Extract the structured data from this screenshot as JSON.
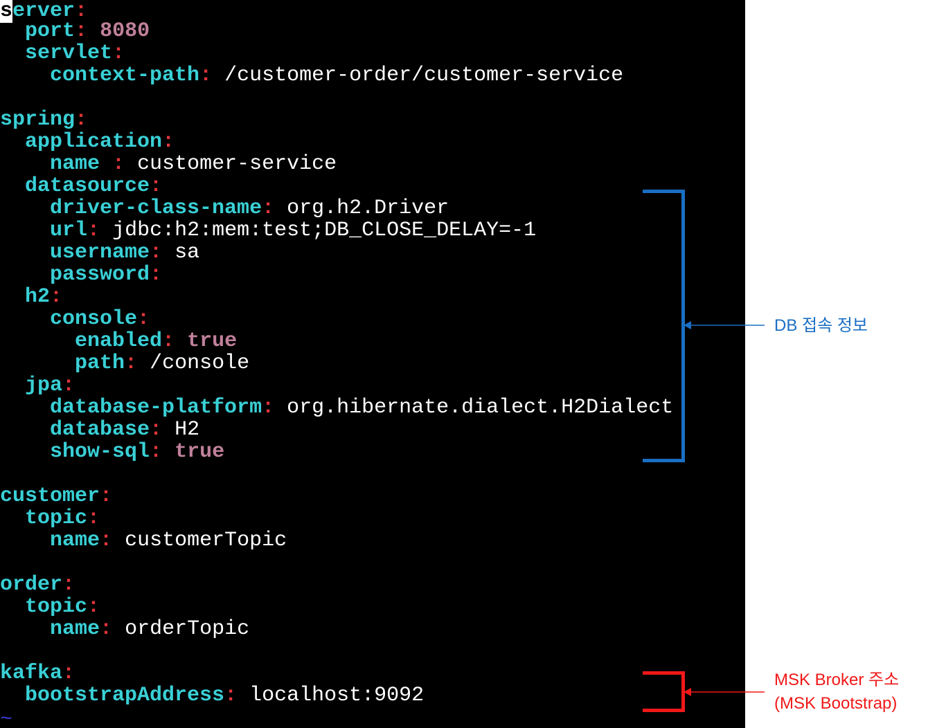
{
  "yaml": {
    "server": {
      "cursor_char": "s",
      "key_rest": "erver",
      "port": {
        "key": "port",
        "value": "8080"
      },
      "servlet": {
        "key": "servlet",
        "context_path": {
          "key": "context-path",
          "value": "/customer-order/customer-service"
        }
      }
    },
    "spring": {
      "key": "spring",
      "application": {
        "key": "application",
        "name": {
          "key": "name ",
          "value": "customer-service"
        }
      },
      "datasource": {
        "key": "datasource",
        "driver_class_name": {
          "key": "driver-class-name",
          "value": "org.h2.Driver"
        },
        "url": {
          "key": "url",
          "value": "jdbc:h2:mem:test;DB_CLOSE_DELAY=-1"
        },
        "username": {
          "key": "username",
          "value": "sa"
        },
        "password": {
          "key": "password"
        }
      },
      "h2": {
        "key": "h2",
        "console": {
          "key": "console",
          "enabled": {
            "key": "enabled",
            "value": "true"
          },
          "path": {
            "key": "path",
            "value": "/console"
          }
        }
      },
      "jpa": {
        "key": "jpa",
        "database_platform": {
          "key": "database-platform",
          "value": "org.hibernate.dialect.H2Dialect"
        },
        "database": {
          "key": "database",
          "value": "H2"
        },
        "show_sql": {
          "key": "show-sql",
          "value": "true"
        }
      }
    },
    "customer": {
      "key": "customer",
      "topic": {
        "key": "topic",
        "name": {
          "key": "name",
          "value": "customerTopic"
        }
      }
    },
    "order": {
      "key": "order",
      "topic": {
        "key": "topic",
        "name": {
          "key": "name",
          "value": "orderTopic"
        }
      }
    },
    "kafka": {
      "key": "kafka",
      "bootstrap_address": {
        "key": "bootstrapAddress",
        "value": "localhost:9092"
      }
    },
    "colon": ":",
    "tilde": "~"
  },
  "annotations": {
    "db": {
      "label": "DB 접속 정보",
      "color": "#1a6fc4"
    },
    "msk": {
      "label_line1": "MSK Broker 주소",
      "label_line2": "(MSK Bootstrap)",
      "color": "#f01818"
    }
  },
  "colors": {
    "background": "#000000",
    "key": "#39d0d6",
    "colon": "#e0353a",
    "value": "#ffffff",
    "boolean_number": "#c0809a"
  }
}
